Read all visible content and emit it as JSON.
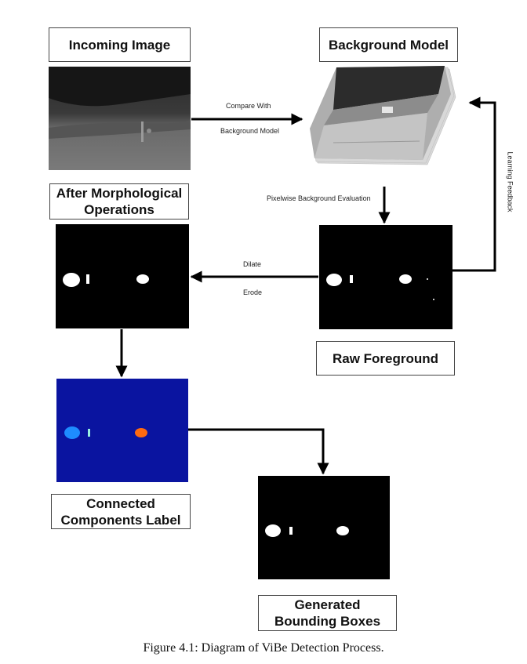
{
  "nodes": {
    "incoming_image": "Incoming Image",
    "background_model": "Background Model",
    "after_morph_line1": "After Morphological",
    "after_morph_line2": "Operations",
    "raw_foreground": "Raw Foreground",
    "connected_line1": "Connected",
    "connected_line2": "Components Label",
    "generated_line1": "Generated",
    "generated_line2": "Bounding Boxes"
  },
  "edges": {
    "compare_with": "Compare With",
    "background_model": "Background Model",
    "pixelwise": "Pixelwise Background Evaluation",
    "learning_feedback": "Learning Feedback",
    "dilate": "Dilate",
    "erode": "Erode"
  },
  "caption": "Figure 4.1: Diagram of ViBe Detection Process.",
  "colors": {
    "components_bg": "#0a14a0",
    "blob_blue": "#1e8cff",
    "blob_orange": "#ff6a10",
    "blob_cyan": "#9af0e0"
  }
}
